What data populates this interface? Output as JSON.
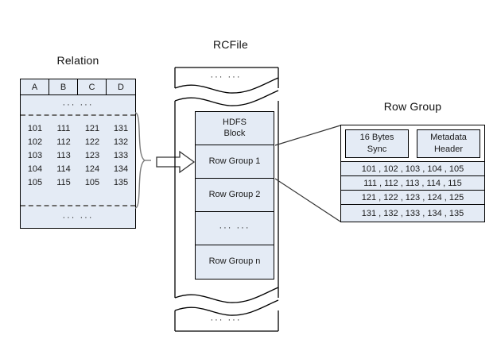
{
  "diagram": {
    "relation": {
      "title": "Relation",
      "columns": [
        "A",
        "B",
        "C",
        "D"
      ],
      "ellipsis_top": "···  ···",
      "ellipsis_bottom": "···  ···",
      "rows": [
        [
          "101",
          "111",
          "121",
          "131"
        ],
        [
          "102",
          "112",
          "122",
          "132"
        ],
        [
          "103",
          "113",
          "123",
          "133"
        ],
        [
          "104",
          "114",
          "124",
          "134"
        ],
        [
          "105",
          "115",
          "105",
          "135"
        ]
      ]
    },
    "rcfile": {
      "title": "RCFile",
      "ellipsis_top": "···  ···",
      "ellipsis_bottom": "···  ···",
      "segments": [
        "HDFS\nBlock",
        "Row Group 1",
        "Row Group 2",
        "···  ···",
        "Row Group n"
      ]
    },
    "row_group": {
      "title": "Row Group",
      "sync_label": "16 Bytes\nSync",
      "metadata_label": "Metadata\nHeader",
      "data_rows": [
        "101 , 102 , 103 , 104 , 105",
        "111 , 112 , 113 , 114 , 115",
        "121 , 122 , 123 , 124 , 125",
        "131 , 132 , 133 , 134 , 135"
      ]
    },
    "colors": {
      "fill": "#e4ebf5",
      "stroke": "#000000",
      "dashed": "#6e6e6e",
      "background": "#ffffff"
    }
  }
}
